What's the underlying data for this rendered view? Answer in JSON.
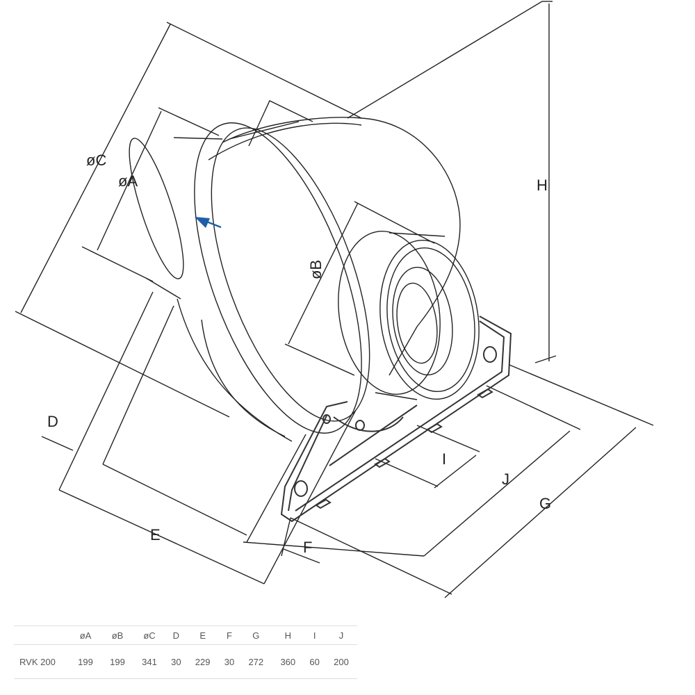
{
  "diagram": {
    "labels": {
      "C": "øC",
      "A": "øA",
      "B": "øB",
      "H": "H",
      "D": "D",
      "E": "E",
      "F": "F",
      "I": "I",
      "J": "J",
      "G": "G"
    },
    "colors": {
      "line": "#222222",
      "arrow": "#1f5fa8",
      "bracket": "#555555"
    },
    "icons": {
      "airflow": "airflow-arrow-icon"
    }
  },
  "table": {
    "headers": [
      "",
      "øA",
      "øB",
      "øC",
      "D",
      "E",
      "F",
      "G",
      "H",
      "I",
      "J"
    ],
    "rows": [
      [
        "RVK 200",
        "199",
        "199",
        "341",
        "30",
        "229",
        "30",
        "272",
        "360",
        "60",
        "200"
      ]
    ]
  }
}
